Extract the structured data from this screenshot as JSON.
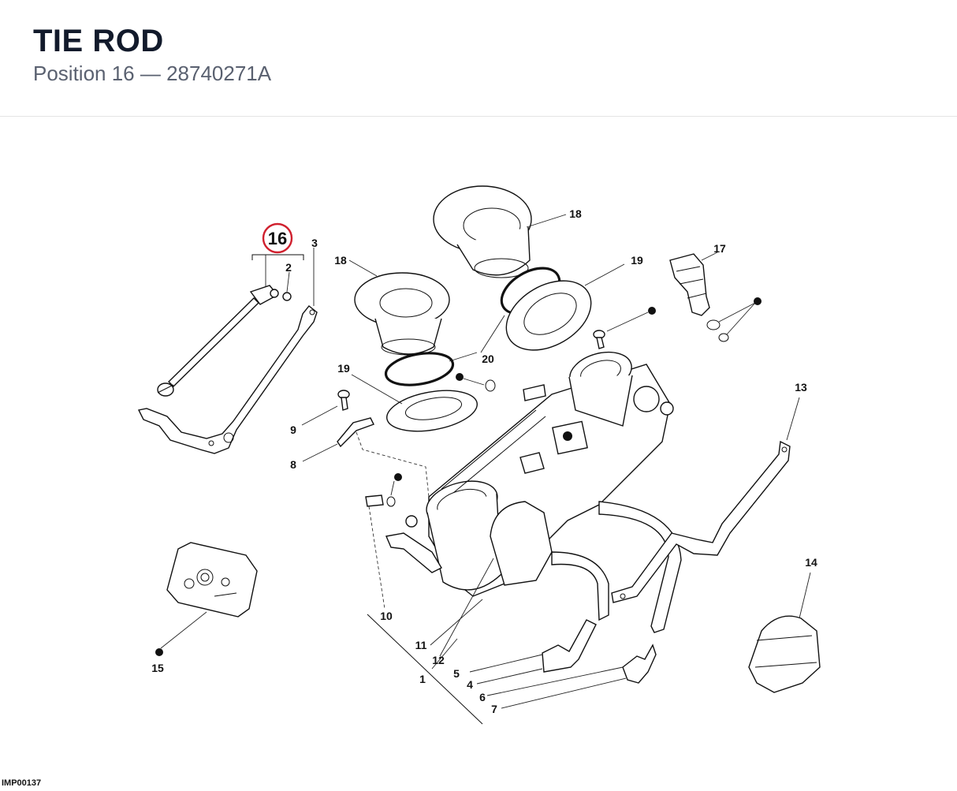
{
  "header": {
    "title": "TIE ROD",
    "subtitle": "Position 16 — 28740271A"
  },
  "diagram": {
    "highlight_color": "#d0202e",
    "highlighted_label": "16",
    "labels": {
      "l1": "1",
      "l2": "2",
      "l3": "3",
      "l4": "4",
      "l5": "5",
      "l6": "6",
      "l7": "7",
      "l8": "8",
      "l9": "9",
      "l10": "10",
      "l11": "11",
      "l12": "12",
      "l13": "13",
      "l14": "14",
      "l15": "15",
      "l17": "17",
      "l18a": "18",
      "l18b": "18",
      "l19a": "19",
      "l19b": "19",
      "l20": "20"
    }
  },
  "footer": {
    "image_ref": "IMP00137"
  }
}
